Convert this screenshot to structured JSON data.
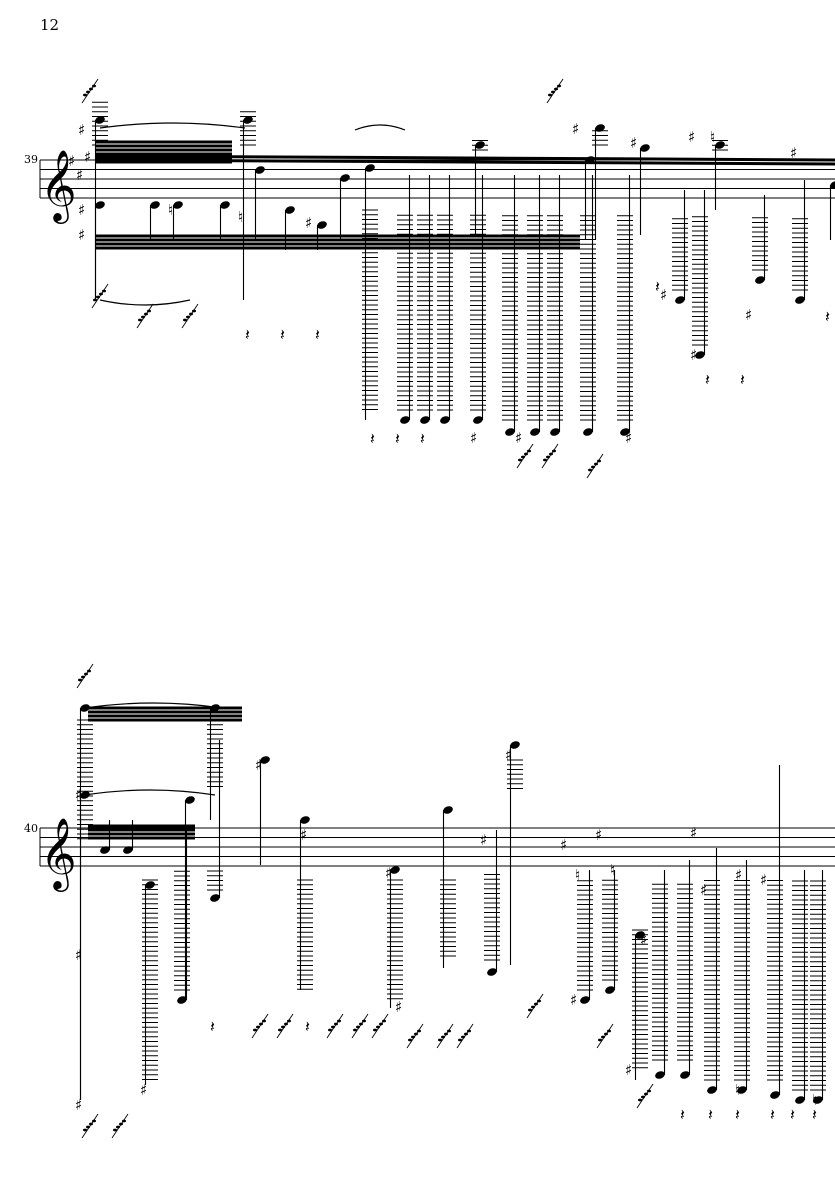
{
  "page": {
    "number": "12"
  },
  "systems": [
    {
      "measure_number": "39",
      "clef": "treble",
      "key_signature": "F# C# G#"
    },
    {
      "measure_number": "40",
      "clef": "treble",
      "key_signature": ""
    }
  ],
  "accidentals": {
    "sharp": "♯",
    "natural": "♮"
  },
  "glyphs": {
    "treble_clef": "𝄞",
    "rest": "𝄽"
  }
}
